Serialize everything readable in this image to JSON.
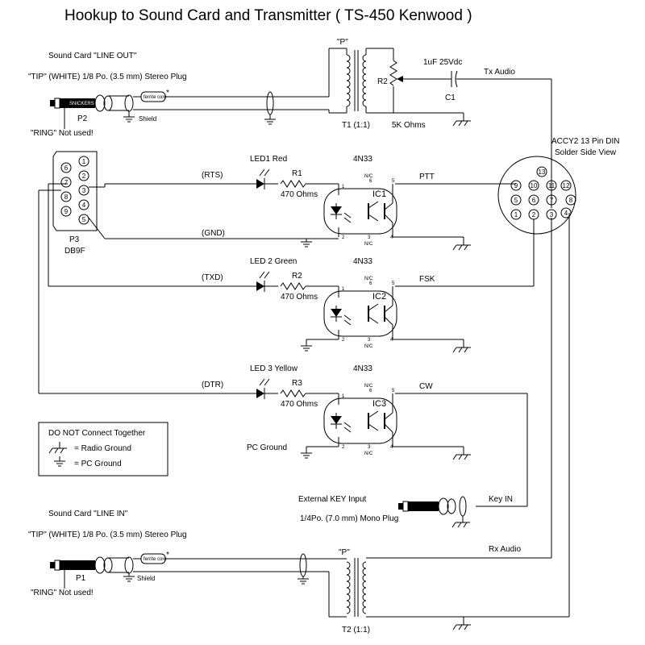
{
  "title": "Hookup to Sound Card and Transmitter  ( TS-450 Kenwood )",
  "top_audio": {
    "line_out_label": "Sound Card \"LINE OUT\"",
    "tip_label": "\"TIP\" (WHITE)  1/8 Po. (3.5 mm) Stereo Plug",
    "ring_label": "\"RING\" Not used!",
    "plug_ref": "P2",
    "plug_text": "SNICKERS",
    "ferrite_text": "ferrite core",
    "asterisk": "*",
    "shield_label": "Shield",
    "transformer_p": "\"P\"",
    "transformer_ref": "T1 (1:1)",
    "pot_ref": "R2",
    "pot_value": "5K Ohms",
    "cap_value": "1uF 25Vdc",
    "cap_ref": "C1",
    "tx_audio": "Tx Audio"
  },
  "accy2": {
    "title": "ACCY2  13 Pin DIN",
    "subtitle": "Solder Side View",
    "pins": [
      "1",
      "2",
      "3",
      "4",
      "5",
      "6",
      "7",
      "8",
      "9",
      "10",
      "11",
      "12",
      "13"
    ]
  },
  "db9": {
    "ref": "P3",
    "type": "DB9F",
    "pins": [
      "1",
      "2",
      "3",
      "4",
      "5",
      "6",
      "7",
      "8",
      "9"
    ]
  },
  "channels": [
    {
      "signal": "(RTS)",
      "led": "LED1  Red",
      "resistor": "R1",
      "resistor_value": "470 Ohms",
      "opto": "4N33",
      "ic": "IC1",
      "output": "PTT",
      "return_signal": "(GND)"
    },
    {
      "signal": "(TXD)",
      "led": "LED 2  Green",
      "resistor": "R2",
      "resistor_value": "470 Ohms",
      "opto": "4N33",
      "ic": "IC2",
      "output": "FSK"
    },
    {
      "signal": "(DTR)",
      "led": "LED 3  Yellow",
      "resistor": "R3",
      "resistor_value": "470 Ohms",
      "opto": "4N33",
      "ic": "IC3",
      "output": "CW",
      "ground_label": "PC Ground"
    }
  ],
  "opto_pins": {
    "p1": "1",
    "p2": "2",
    "p4": "4",
    "p5": "5",
    "p6": "6",
    "p3": "3",
    "nc": "N/C"
  },
  "legend": {
    "title": "DO NOT Connect Together",
    "radio_ground": "=  Radio Ground",
    "pc_ground": "=  PC Ground"
  },
  "key_input": {
    "label": "External KEY Input",
    "plug": "1/4Po. (7.0 mm) Mono Plug",
    "key_in": "Key IN"
  },
  "bottom_audio": {
    "line_in_label": "Sound Card \"LINE IN\"",
    "tip_label": "\"TIP\" (WHITE)   1/8 Po. (3.5 mm) Stereo Plug",
    "ring_label": "\"RING\" Not used!",
    "plug_ref": "P1",
    "shield_label": "Shield",
    "transformer_p": "\"P\"",
    "transformer_ref": "T2 (1:1)",
    "rx_audio": "Rx Audio"
  }
}
